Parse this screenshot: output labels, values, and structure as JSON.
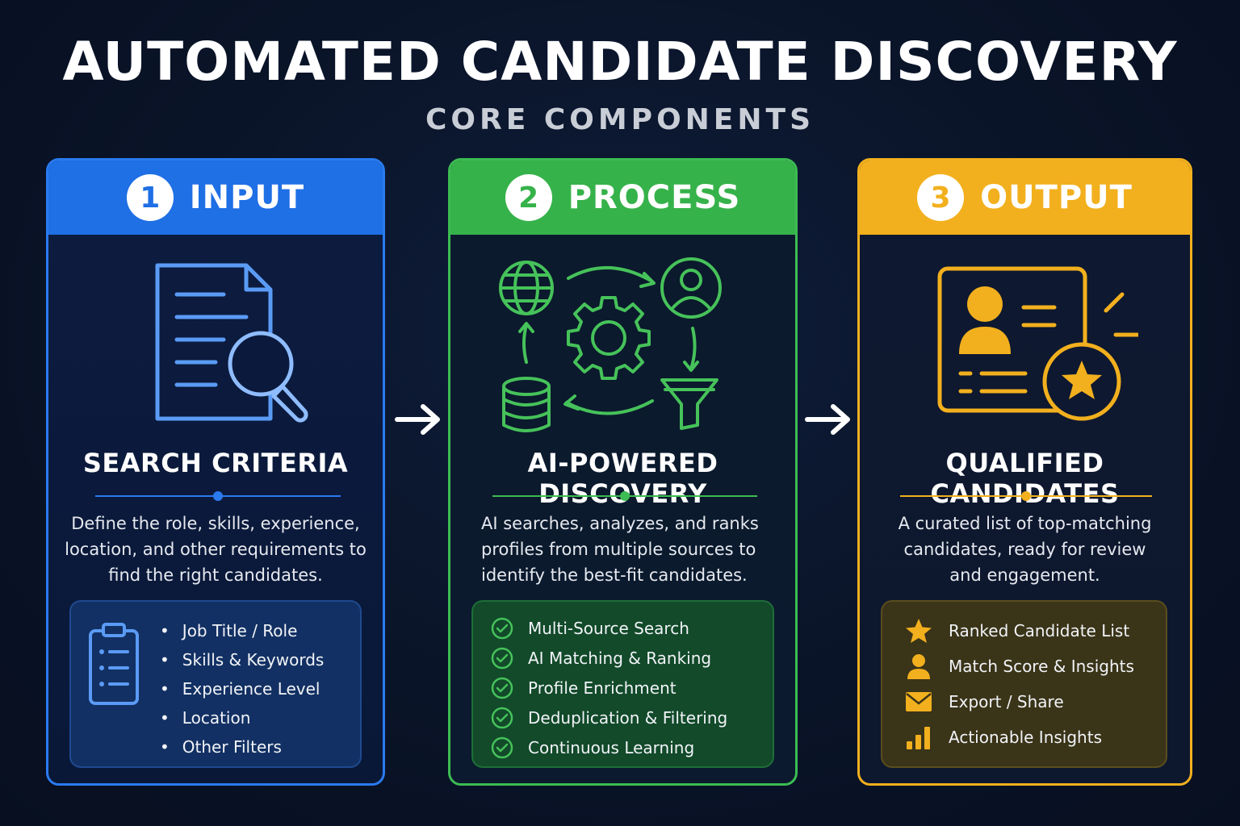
{
  "page": {
    "title": "AUTOMATED CANDIDATE DISCOVERY",
    "subtitle": "CORE COMPONENTS"
  },
  "colors": {
    "background": "#0a1428",
    "input": "#1f6fe5",
    "process": "#36b24a",
    "output": "#f2b01e"
  },
  "cards": [
    {
      "number": "1",
      "title": "INPUT",
      "icon": "document-search-icon",
      "heading": "SEARCH CRITERIA",
      "description": "Define the role, skills, experience, location, and other requirements to find the right candidates.",
      "list_icon": "clipboard-checklist-icon",
      "items": [
        "Job Title / Role",
        "Skills & Keywords",
        "Experience Level",
        "Location",
        "Other Filters"
      ]
    },
    {
      "number": "2",
      "title": "PROCESS",
      "icon": "ai-discovery-cycle-icon",
      "heading": "AI-POWERED DISCOVERY",
      "description": "AI searches, analyzes, and ranks profiles from multiple sources to identify the best-fit candidates.",
      "items": [
        "Multi-Source Search",
        "AI Matching & Ranking",
        "Profile Enrichment",
        "Deduplication & Filtering",
        "Continuous Learning"
      ]
    },
    {
      "number": "3",
      "title": "OUTPUT",
      "icon": "profile-card-star-icon",
      "heading": "QUALIFIED CANDIDATES",
      "description": "A curated list of top-matching candidates, ready for review and engagement.",
      "items": [
        {
          "icon": "star-icon",
          "label": "Ranked Candidate List"
        },
        {
          "icon": "person-icon",
          "label": "Match Score & Insights"
        },
        {
          "icon": "envelope-icon",
          "label": "Export / Share"
        },
        {
          "icon": "bar-chart-icon",
          "label": "Actionable Insights"
        }
      ]
    }
  ]
}
